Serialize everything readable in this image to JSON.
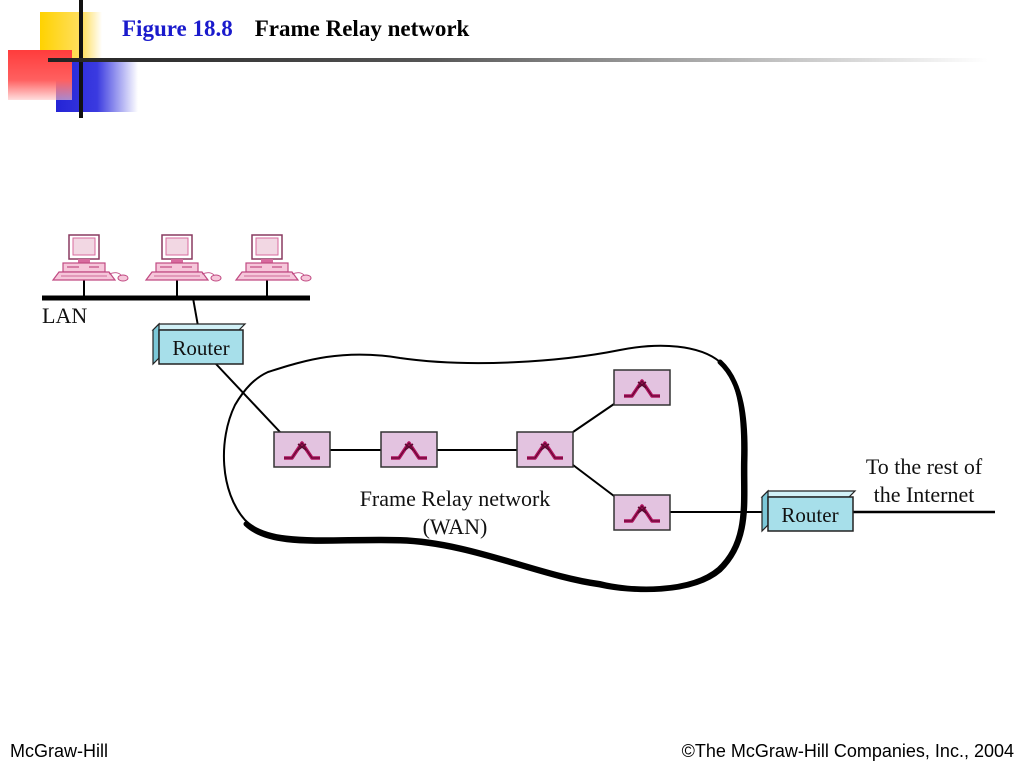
{
  "slide": {
    "figure_label": "Figure 18.8",
    "title": "Frame Relay network"
  },
  "diagram": {
    "lan_label": "LAN",
    "router_left_label": "Router",
    "router_right_label": "Router",
    "cloud_label_line1": "Frame Relay network",
    "cloud_label_line2": "(WAN)",
    "internet_label_line1": "To the rest of",
    "internet_label_line2": "the Internet"
  },
  "footer": {
    "left": "McGraw-Hill",
    "right": "©The McGraw-Hill Companies, Inc., 2004"
  },
  "colors": {
    "router_fill": "#a7dfea",
    "switch_fill": "#e3c3e0",
    "switch_symbol": "#b0135f",
    "computer": "#d86a9e",
    "title_blue": "#1a1acc"
  }
}
